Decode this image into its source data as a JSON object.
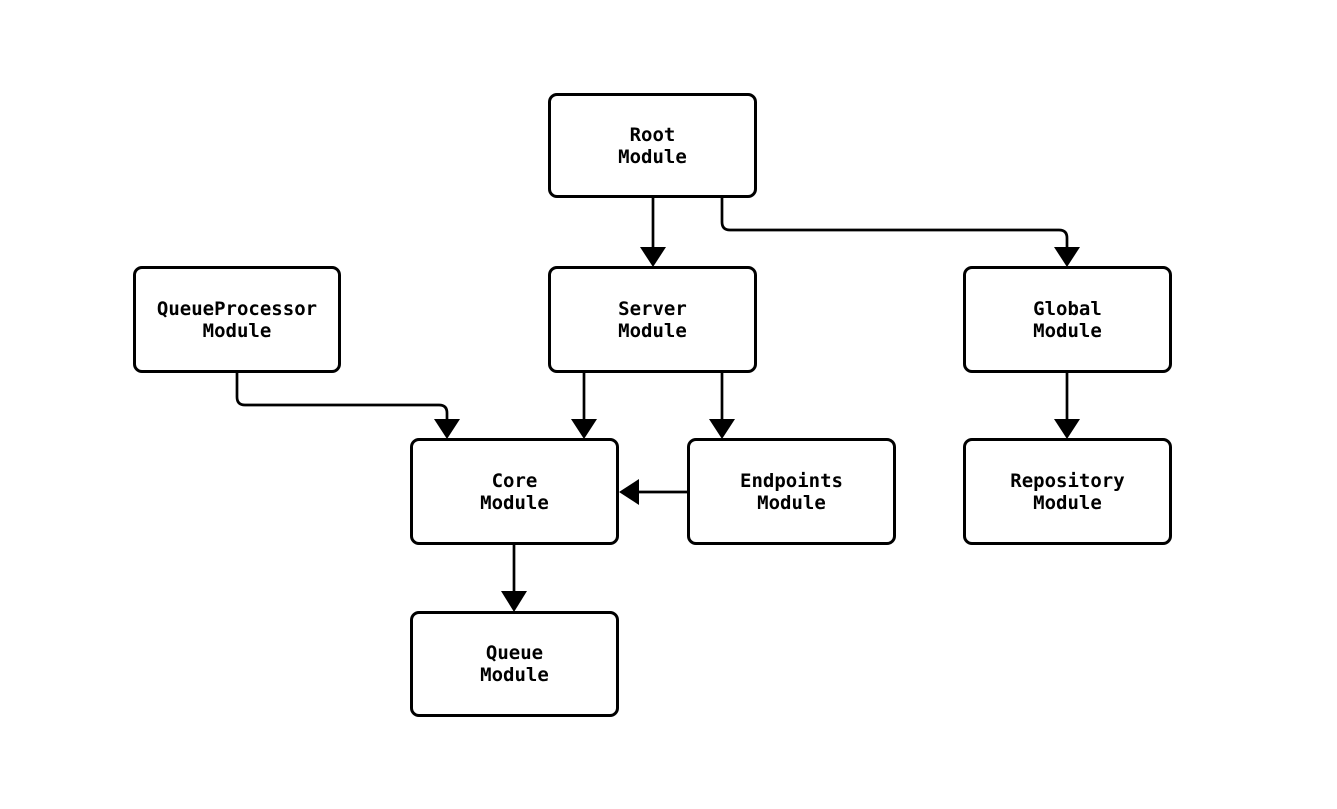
{
  "diagram": {
    "type": "dependency-graph",
    "colors": {
      "background": "#ffffff",
      "node_fill": "#ffffff",
      "stroke": "#000000",
      "text": "#000000"
    },
    "nodes": [
      {
        "id": "root-module",
        "label": "Root\nModule"
      },
      {
        "id": "queueprocessor-module",
        "label": "QueueProcessor\nModule"
      },
      {
        "id": "server-module",
        "label": "Server\nModule"
      },
      {
        "id": "global-module",
        "label": "Global\nModule"
      },
      {
        "id": "core-module",
        "label": "Core\nModule"
      },
      {
        "id": "endpoints-module",
        "label": "Endpoints\nModule"
      },
      {
        "id": "repository-module",
        "label": "Repository\nModule"
      },
      {
        "id": "queue-module",
        "label": "Queue\nModule"
      }
    ],
    "edges": [
      {
        "from": "root-module",
        "to": "server-module"
      },
      {
        "from": "root-module",
        "to": "global-module"
      },
      {
        "from": "queueprocessor-module",
        "to": "core-module"
      },
      {
        "from": "server-module",
        "to": "core-module"
      },
      {
        "from": "server-module",
        "to": "endpoints-module"
      },
      {
        "from": "endpoints-module",
        "to": "core-module"
      },
      {
        "from": "global-module",
        "to": "repository-module"
      },
      {
        "from": "core-module",
        "to": "queue-module"
      }
    ]
  }
}
